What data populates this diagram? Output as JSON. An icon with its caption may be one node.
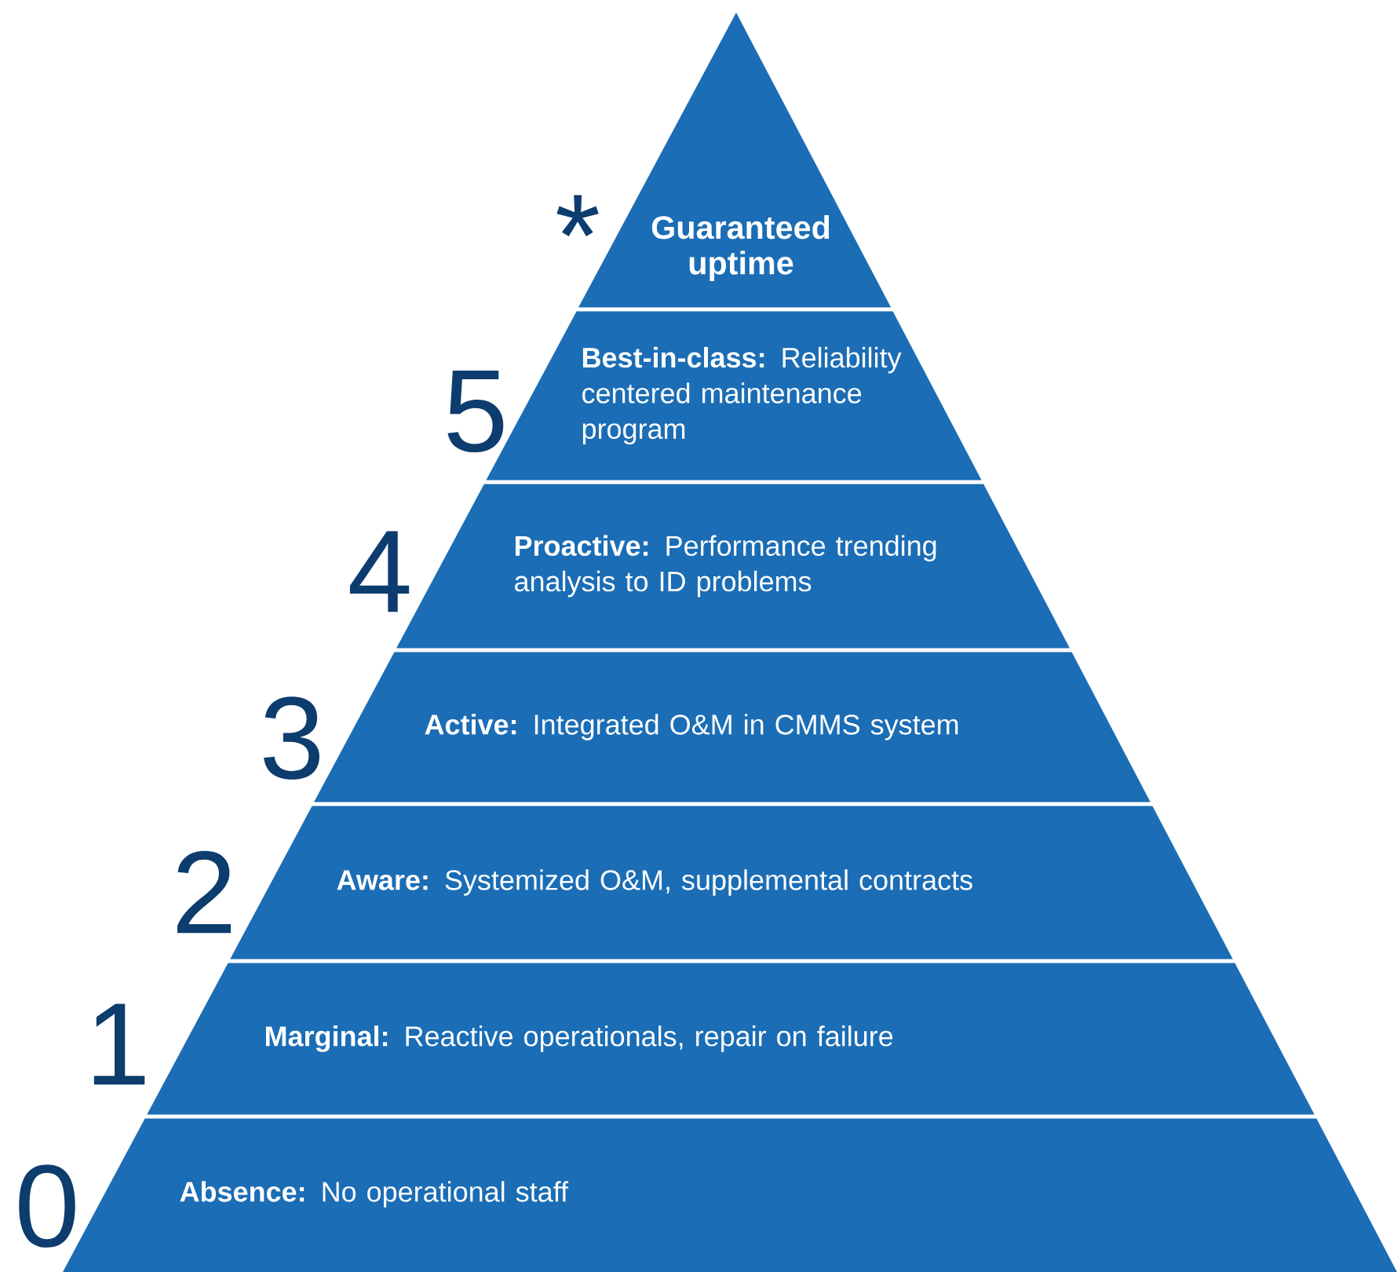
{
  "diagram": {
    "nodes": [
      {
        "text": [
          "Guaranteed uptime"
        ],
        "beside": [
          "*"
        ]
      },
      {
        "text": [
          "**Best-in-class:** Reliability centered maintenance program"
        ],
        "beside": [
          "5"
        ]
      },
      {
        "text": [
          "**Proactive:** Performance trending analysis to ID problems"
        ],
        "beside": [
          "4"
        ]
      },
      {
        "text": [
          "**Active:** Integrated O&M in CMMS system"
        ],
        "beside": [
          "3"
        ]
      },
      {
        "text": [
          "**Aware:** Systemized O&M, supplemental contracts"
        ],
        "beside": [
          "2"
        ]
      },
      {
        "text": [
          "**Marginal:** Reactive operationals, repair on failure"
        ],
        "beside": [
          "1"
        ]
      },
      {
        "text": [
          "**Absence:** No operational staff"
        ],
        "beside": [
          "0"
        ]
      }
    ]
  }
}
